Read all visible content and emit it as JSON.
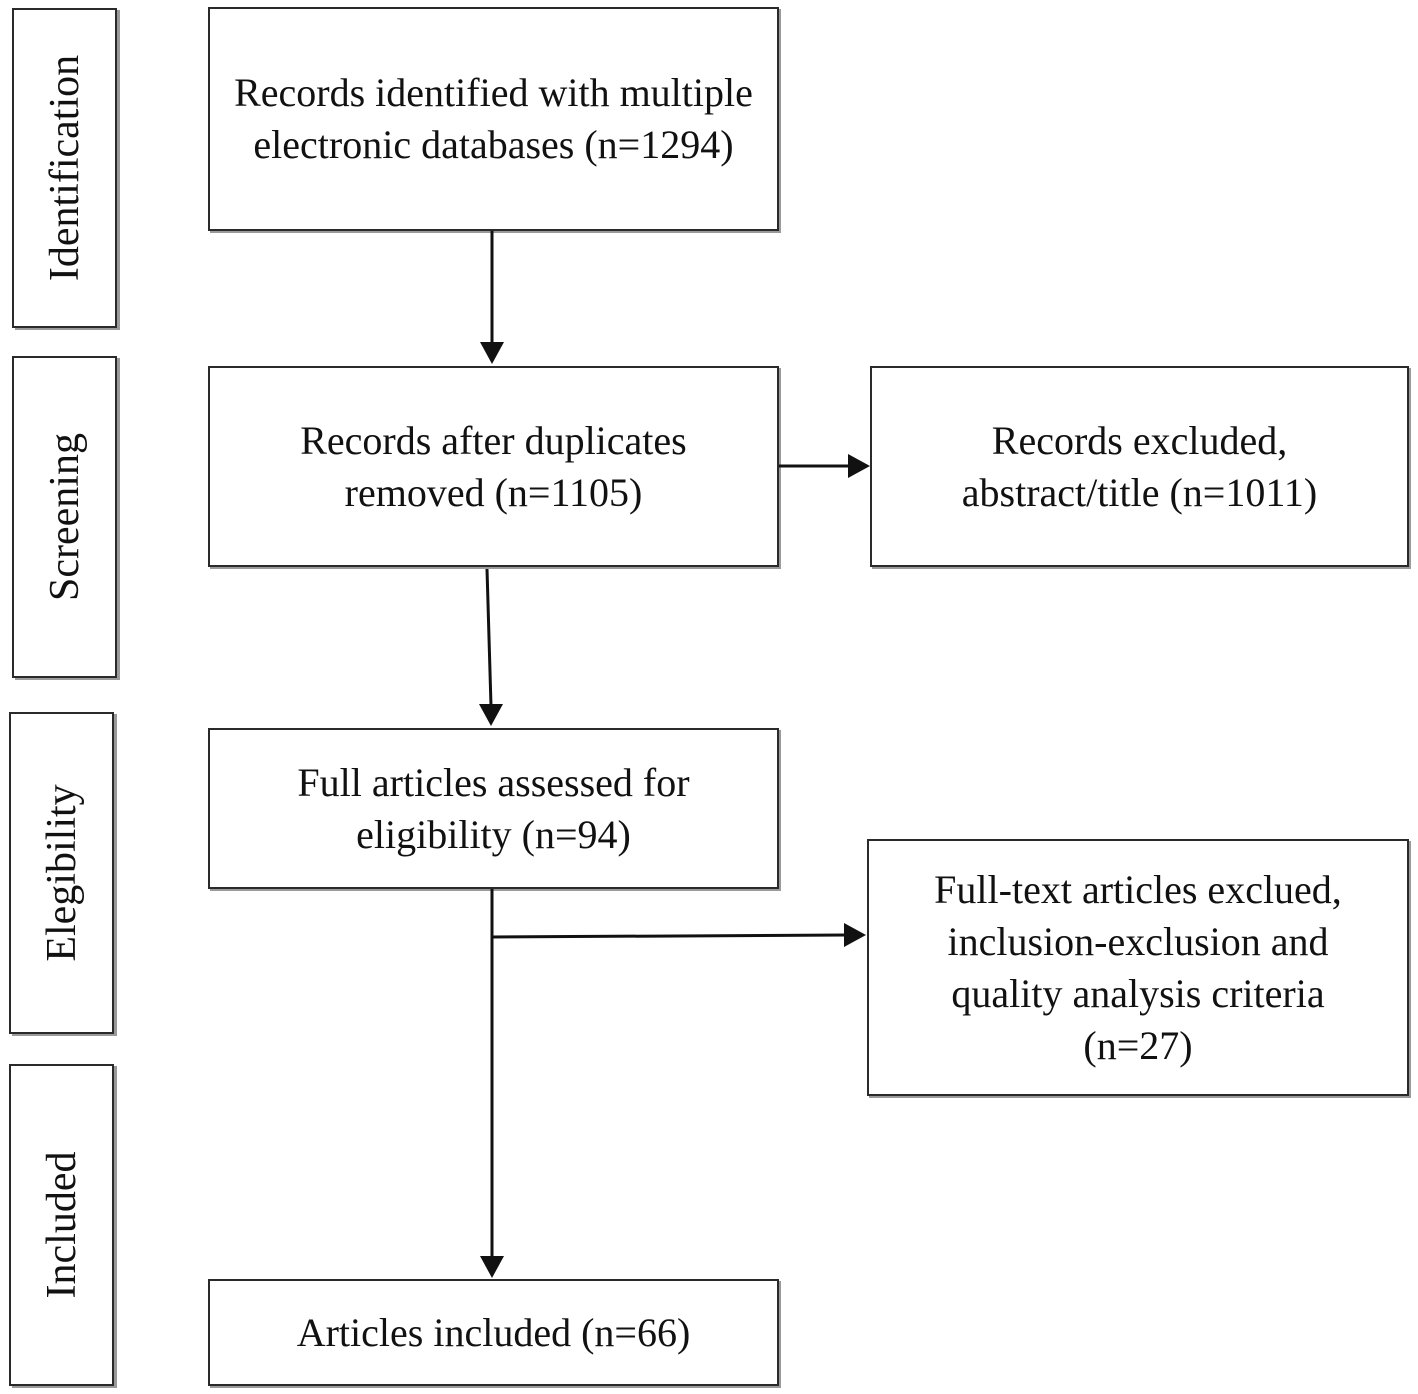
{
  "stages": {
    "identification": "Identification",
    "screening": "Screening",
    "eligibility": "Elegibility",
    "included": "Included"
  },
  "boxes": {
    "records_identified": "Records identified with multiple electronic databases (n=1294)",
    "records_after_duplicates": "Records after duplicates removed (n=1105)",
    "records_excluded": "Records excluded, abstract/title (n=1011)",
    "full_articles_assessed": "Full articles assessed for eligibility (n=94)",
    "fulltext_excluded": "Full-text articles exclued, inclusion-exclusion and quality analysis criteria (n=27)",
    "articles_included": "Articles included (n=66)"
  }
}
